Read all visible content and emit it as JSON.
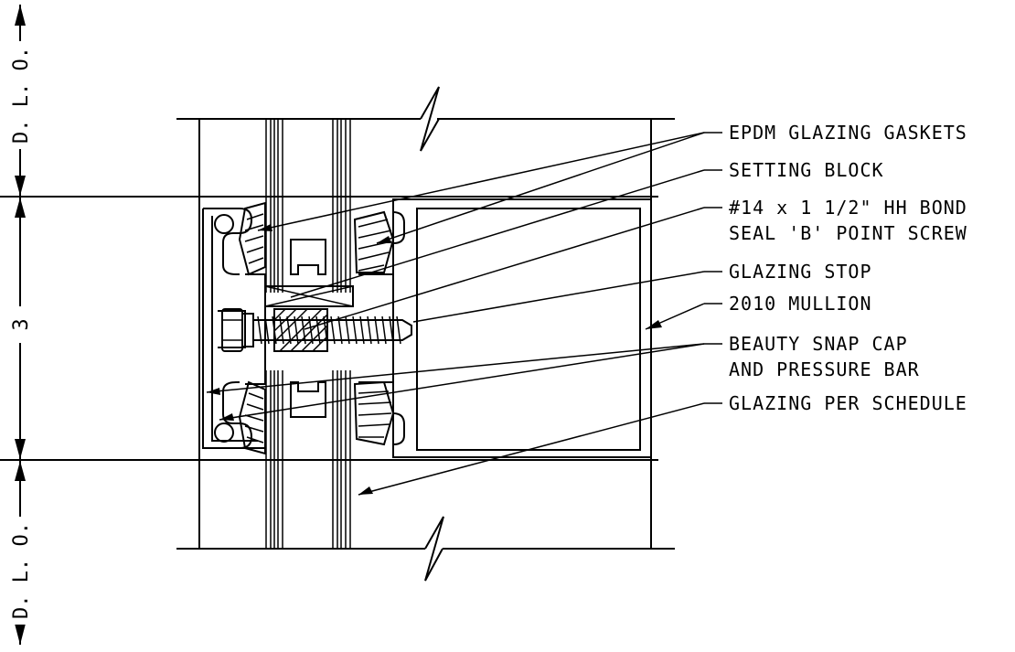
{
  "callouts": {
    "gaskets": "EPDM GLAZING GASKETS",
    "setting_block": "SETTING BLOCK",
    "screw_line1": "#14 x 1 1/2\" HH BOND",
    "screw_line2": "SEAL 'B' POINT SCREW",
    "glazing_stop": "GLAZING STOP",
    "mullion": "2010 MULLION",
    "snap_cap_line1": "BEAUTY SNAP CAP",
    "snap_cap_line2": "AND PRESSURE BAR",
    "glazing": "GLAZING PER SCHEDULE"
  },
  "dimensions": {
    "top": "D. L. O.",
    "middle": "3",
    "bottom": "D. L. O."
  }
}
